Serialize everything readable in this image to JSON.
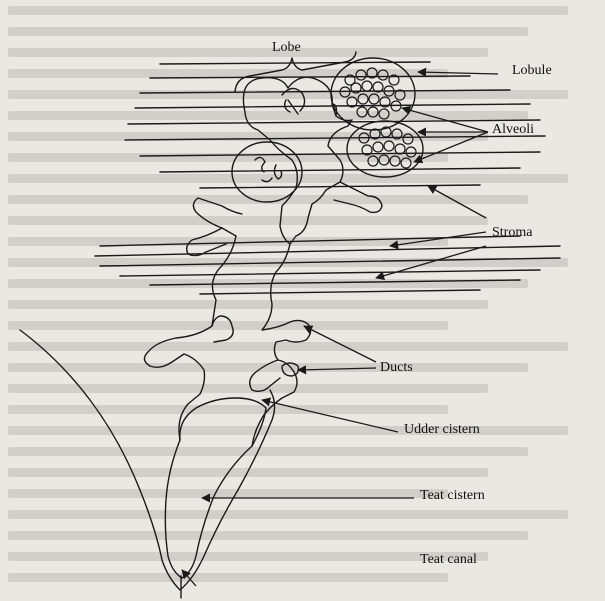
{
  "labels": {
    "lobe": "Lobe",
    "lobule": "Lobule",
    "alveoli": "Alveoli",
    "stroma": "Stroma",
    "ducts": "Ducts",
    "udder_cistern": "Udder cistern",
    "teat_cistern": "Teat cistern",
    "teat_canal": "Teat canal"
  },
  "colors": {
    "ink": "#1a1a1a",
    "paper": "#e9e8e3",
    "bleed_text": "#55554f"
  }
}
